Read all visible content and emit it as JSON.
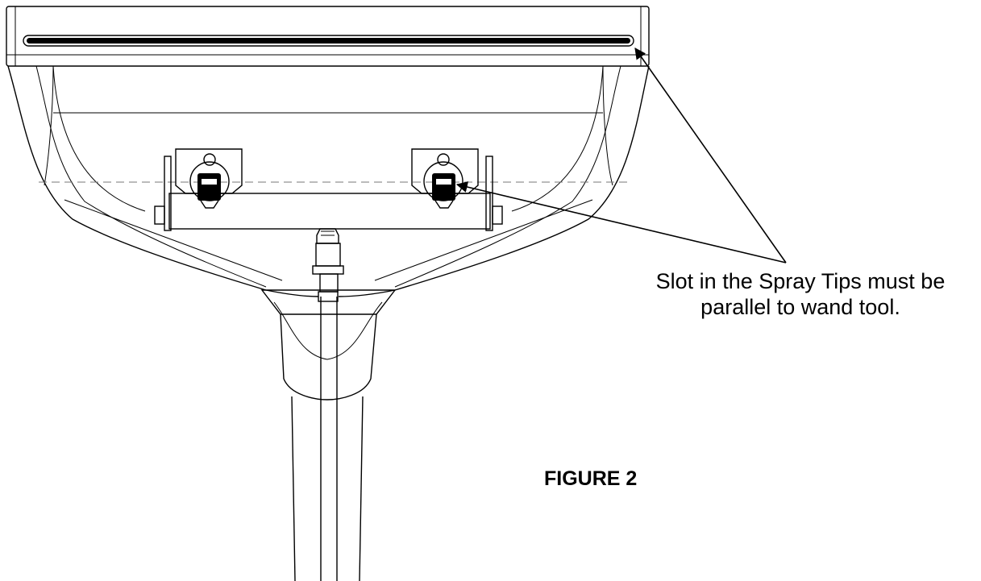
{
  "callout": {
    "line1": "Slot in the Spray Tips must be",
    "line2": "parallel to wand tool."
  },
  "figure_label": "FIGURE 2",
  "colors": {
    "line": "#000000",
    "background": "#ffffff",
    "centerline": "#777777"
  }
}
